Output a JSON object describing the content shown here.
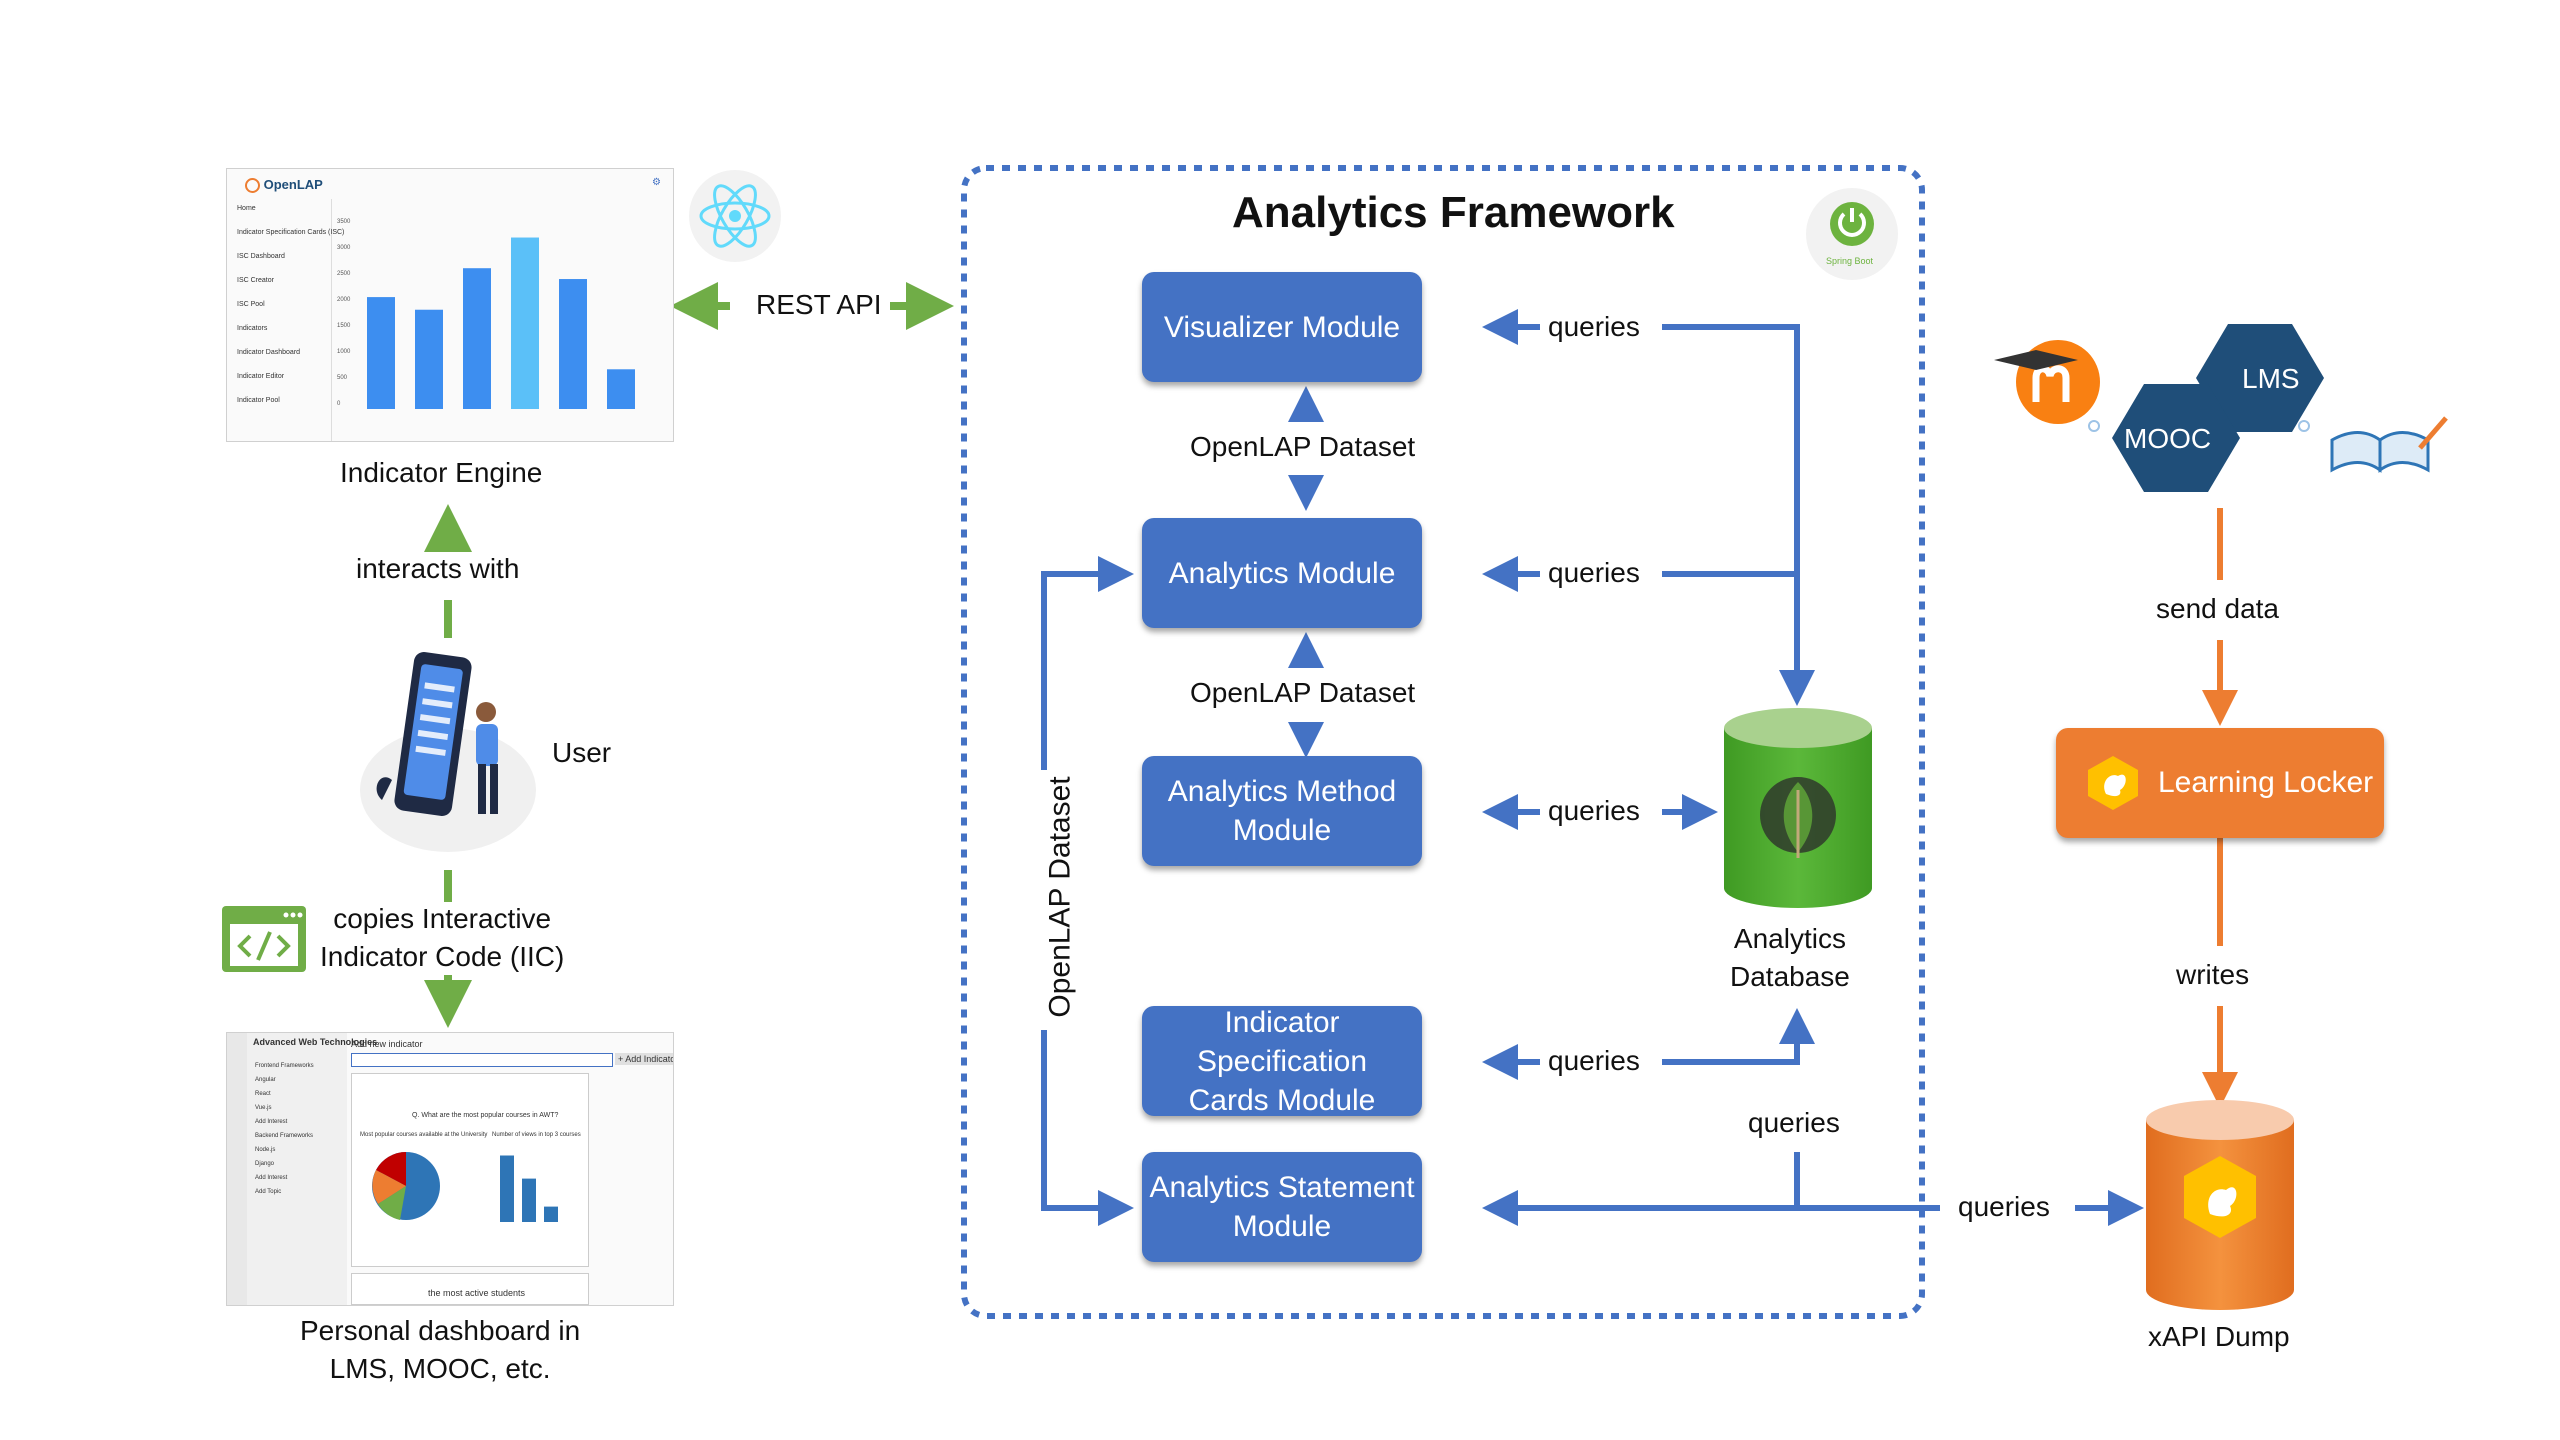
{
  "framework": {
    "title": "Analytics Framework",
    "spring_badge": "Spring Boot"
  },
  "modules": {
    "visualizer": "Visualizer Module",
    "analytics": "Analytics Module",
    "method_line1": "Analytics Method",
    "method_line2": "Module",
    "isc_line1": "Indicator Specification",
    "isc_line2": "Cards Module",
    "statement_line1": "Analytics Statement",
    "statement_line2": "Module"
  },
  "labels": {
    "openlap_dataset": "OpenLAP Dataset",
    "queries": "queries",
    "rest_api": "REST API",
    "interacts_with": "interacts with",
    "user": "User",
    "copies_line1": "copies Interactive",
    "copies_line2": "Indicator Code (IIC)",
    "indicator_engine": "Indicator Engine",
    "personal_line1": "Personal dashboard in",
    "personal_line2": "LMS, MOOC, etc.",
    "analytics_db_line1": "Analytics",
    "analytics_db_line2": "Database",
    "send_data": "send data",
    "learning_locker": "Learning Locker",
    "writes": "writes",
    "xapi_dump": "xAPI Dump",
    "lms": "LMS",
    "mooc": "MOOC"
  },
  "colors": {
    "module_blue": "#4472c4",
    "arrow_blue": "#4472c4",
    "arrow_green": "#70ad47",
    "arrow_orange": "#ed7d31",
    "db_green": "#4ea72e",
    "db_orange": "#ed7d31",
    "hex_navy": "#1f4e79",
    "frame_dots": "#4472c4"
  },
  "icons": {
    "react": "react-logo-icon",
    "spring": "spring-boot-icon",
    "moodle": "moodle-icon",
    "book": "open-book-icon",
    "code": "code-window-icon",
    "mongo": "mongodb-leaf-icon",
    "squirrel": "squirrel-icon",
    "user": "user-phone-illustration-icon"
  },
  "indicator_engine_screenshot": {
    "brand": "OpenLAP",
    "menu": [
      "Home",
      "Indicator Specification Cards (ISC)",
      "ISC Dashboard",
      "ISC Creator",
      "ISC Pool",
      "Indicators",
      "Indicator Dashboard",
      "Indicator Editor",
      "Indicator Pool"
    ],
    "bars": [
      0.62,
      0.55,
      0.78,
      0.95,
      0.72,
      0.22
    ],
    "y_ticks": [
      "3500",
      "3000",
      "2500",
      "2000",
      "1500",
      "1000",
      "500",
      "0"
    ]
  },
  "dashboard_screenshot": {
    "header": "Advanced Web Technologies",
    "add_indicator": "Add new indicator",
    "add_button": "+ Add Indicator",
    "question": "Q. What are the most popular courses in AWT?",
    "pie_title": "Most popular courses available at the University",
    "bar_title": "Number of views in top 3 courses",
    "footer_card": "the most active students",
    "side_items": [
      "Frontend Frameworks",
      "Angular",
      "React",
      "Vue.js",
      "Add Interest",
      "Backend Frameworks",
      "Node.js",
      "Django",
      "Add Interest",
      "Add Topic"
    ],
    "bars": [
      0.95,
      0.62,
      0.22
    ]
  }
}
